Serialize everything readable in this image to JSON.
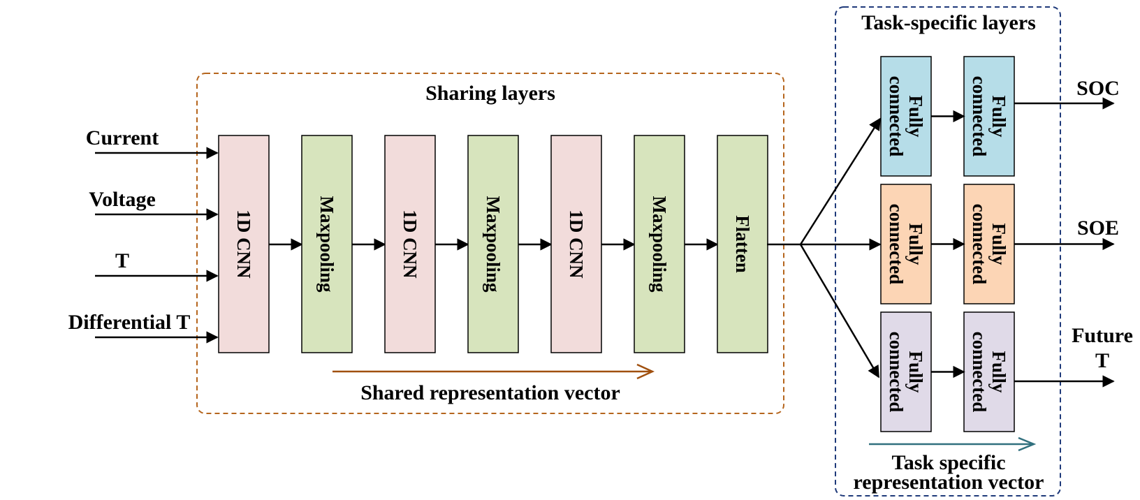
{
  "inputs": [
    "Current",
    "Voltage",
    "T",
    "Differential T"
  ],
  "sharing": {
    "title": "Sharing layers",
    "layers": [
      {
        "label": "1D CNN",
        "color": "#f2dcdb"
      },
      {
        "label": "Maxpooling",
        "color": "#d7e4bd"
      },
      {
        "label": "1D CNN",
        "color": "#f2dcdb"
      },
      {
        "label": "Maxpooling",
        "color": "#d7e4bd"
      },
      {
        "label": "1D CNN",
        "color": "#f2dcdb"
      },
      {
        "label": "Maxpooling",
        "color": "#d7e4bd"
      },
      {
        "label": "Flatten",
        "color": "#d7e4bd"
      }
    ],
    "vector_label": "Shared representation vector",
    "border_color": "#b5651d",
    "arrow_color": "#a0500f"
  },
  "task": {
    "title": "Task-specific layers",
    "fc_label_line1": "Fully",
    "fc_label_line2": "connected",
    "rows": [
      {
        "color": "#b6dde8",
        "output": [
          "SOC"
        ]
      },
      {
        "color": "#fcd5b5",
        "output": [
          "SOE"
        ]
      },
      {
        "color": "#e0dae8",
        "output": [
          "Future",
          "T"
        ]
      }
    ],
    "vector_label_line1": "Task specific",
    "vector_label_line2": "representation vector",
    "border_color": "#1f3a7a",
    "arrow_color": "#31707e"
  }
}
